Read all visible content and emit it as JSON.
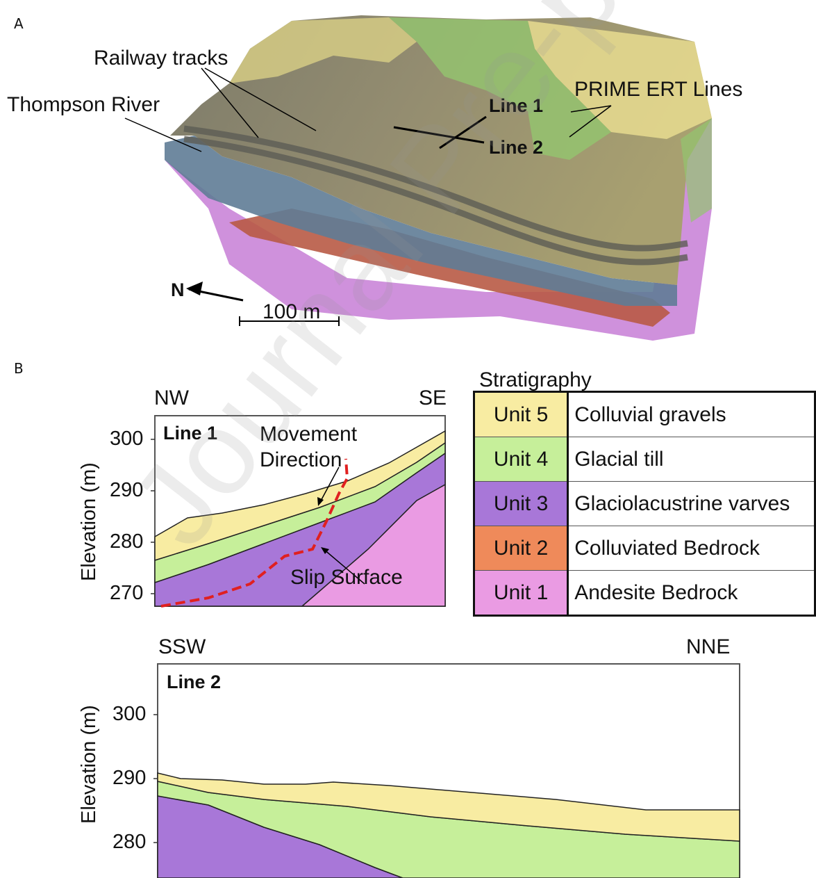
{
  "panel_a": {
    "letter": "A",
    "labels": {
      "railway": "Railway tracks",
      "river": "Thompson River",
      "prime": "PRIME ERT Lines",
      "line1": "Line 1",
      "line2": "Line 2",
      "north": "N",
      "scale": "100 m"
    },
    "colors": {
      "colluvial": "#e9dd8f",
      "till": "#9fd07a",
      "varves": "#b56fd0",
      "bedrock_colluviated": "#c65a3a",
      "bedrock_andesite": "#d98ae0",
      "terrain": "#8f8a78",
      "river_blue": "#6c86a0"
    }
  },
  "panel_b": {
    "letter": "B",
    "legend": {
      "title": "Stratigraphy",
      "rows": [
        {
          "unit": "Unit 5",
          "name": "Colluvial gravels",
          "color": "#f8eca2"
        },
        {
          "unit": "Unit 4",
          "name": "Glacial till",
          "color": "#c6ef9a"
        },
        {
          "unit": "Unit 3",
          "name": "Glaciolacustrine varves",
          "color": "#a877d8"
        },
        {
          "unit": "Unit 2",
          "name": "Colluviated Bedrock",
          "color": "#ef8a5a"
        },
        {
          "unit": "Unit 1",
          "name": "Andesite Bedrock",
          "color": "#ea9be3"
        }
      ]
    },
    "line1": {
      "title": "Line 1",
      "left_dir": "NW",
      "right_dir": "SE",
      "ylabel": "Elevation (m)",
      "yticks": [
        "300",
        "290",
        "280",
        "270"
      ],
      "movement": [
        "Movement",
        "Direction"
      ],
      "slip": "Slip Surface",
      "slip_color": "#e02020"
    },
    "line2": {
      "title": "Line 2",
      "left_dir": "SSW",
      "right_dir": "NNE",
      "ylabel": "Elevation (m)",
      "yticks": [
        "300",
        "290",
        "280"
      ]
    }
  },
  "watermark": "Journal Pre-proof"
}
